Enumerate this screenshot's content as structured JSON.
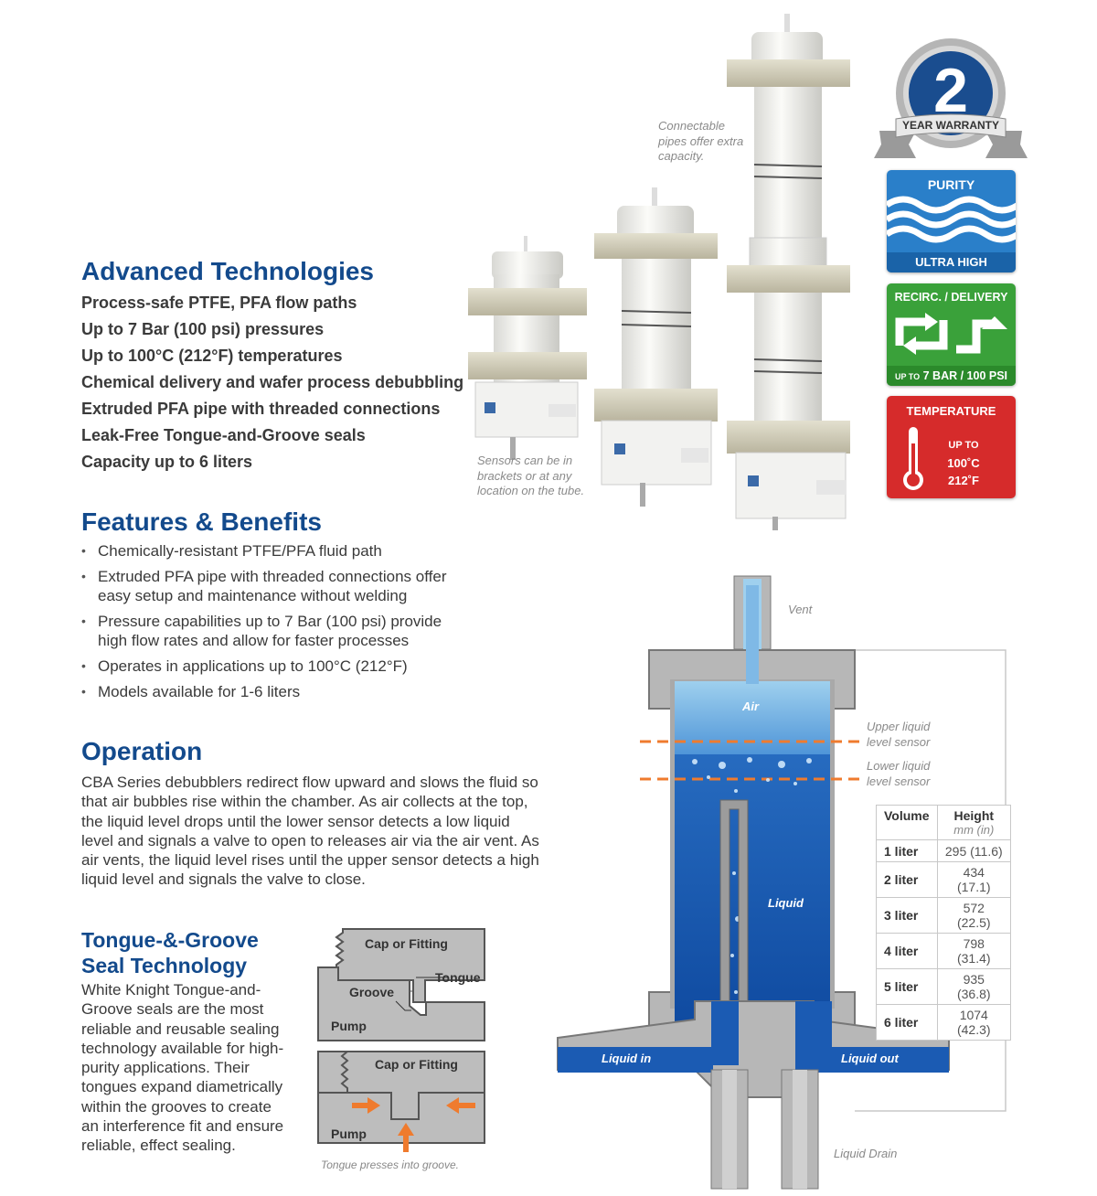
{
  "advanced": {
    "title": "Advanced Technologies",
    "items": [
      "Process-safe PTFE, PFA flow paths",
      "Up to 7 Bar (100 psi) pressures",
      "Up to 100°C (212°F) temperatures",
      "Chemical delivery and wafer process debubbling",
      "Extruded PFA pipe with threaded connections",
      "Leak-Free Tongue-and-Groove seals",
      "Capacity up to 6 liters"
    ]
  },
  "features": {
    "title": "Features & Benefits",
    "items": [
      "Chemically-resistant PTFE/PFA fluid path",
      "Extruded PFA pipe with threaded connections offer easy setup and maintenance without welding",
      "Pressure capabilities up to 7 Bar (100 psi) provide high flow rates and allow for faster processes",
      "Operates in applications up to 100°C (212°F)",
      "Models available for 1-6 liters"
    ]
  },
  "operation": {
    "title": "Operation",
    "text": "CBA Series debubblers redirect flow upward and slows the fluid so that air bubbles rise within the chamber. As air collects at the top, the liquid level drops until the lower sensor detects a low liquid level and signals a valve to open to releases air via the air vent. As air vents, the liquid level rises until the upper sensor detects a high liquid level and signals the valve to close."
  },
  "tongue_groove": {
    "title_line1": "Tongue-&-Groove",
    "title_line2": "Seal Technology",
    "text": "White Knight Tongue-and-Groove seals are the most reliable and reusable sealing technology available for high-purity applications. Their tongues expand diametrically within the grooves to create an interference fit and ensure reliable, effect sealing.",
    "diagram": {
      "cap_label": "Cap or Fitting",
      "tongue_label": "Tongue",
      "groove_label": "Groove",
      "pump_label": "Pump",
      "caption": "Tongue presses into groove."
    }
  },
  "product_captions": {
    "connectable": "Connectable pipes offer extra capacity.",
    "sensors": "Sensors can be in brackets or at any location on the tube."
  },
  "badges": {
    "warranty_number": "2",
    "warranty_text": "YEAR WARRANTY",
    "purity_top": "PURITY",
    "purity_bottom": "ULTRA HIGH",
    "recirc_top": "RECIRC. / DELIVERY",
    "recirc_bottom_prefix": "UP TO",
    "recirc_bottom": "7 BAR / 100 PSI",
    "temp_top": "TEMPERATURE",
    "temp_line1": "UP TO",
    "temp_line2": "100˚C",
    "temp_line3": "212˚F",
    "colors": {
      "blue": "#2a7fc9",
      "green": "#3aa13a",
      "red": "#d62b2b",
      "heading": "#134a8c"
    }
  },
  "cutaway": {
    "vent": "Vent",
    "air": "Air",
    "upper_sensor": "Upper liquid level sensor",
    "lower_sensor": "Lower liquid level sensor",
    "liquid": "Liquid",
    "liquid_in": "Liquid in",
    "liquid_out": "Liquid out",
    "liquid_drain": "Liquid Drain"
  },
  "volume_table": {
    "col1": "Volume",
    "col2": "Height",
    "col2_unit": "mm (in)",
    "rows": [
      {
        "volume": "1 liter",
        "height": "295 (11.6)"
      },
      {
        "volume": "2 liter",
        "height": "434 (17.1)"
      },
      {
        "volume": "3 liter",
        "height": "572 (22.5)"
      },
      {
        "volume": "4 liter",
        "height": "798 (31.4)"
      },
      {
        "volume": "5 liter",
        "height": "935 (36.8)"
      },
      {
        "volume": "6 liter",
        "height": "1074 (42.3)"
      }
    ]
  }
}
